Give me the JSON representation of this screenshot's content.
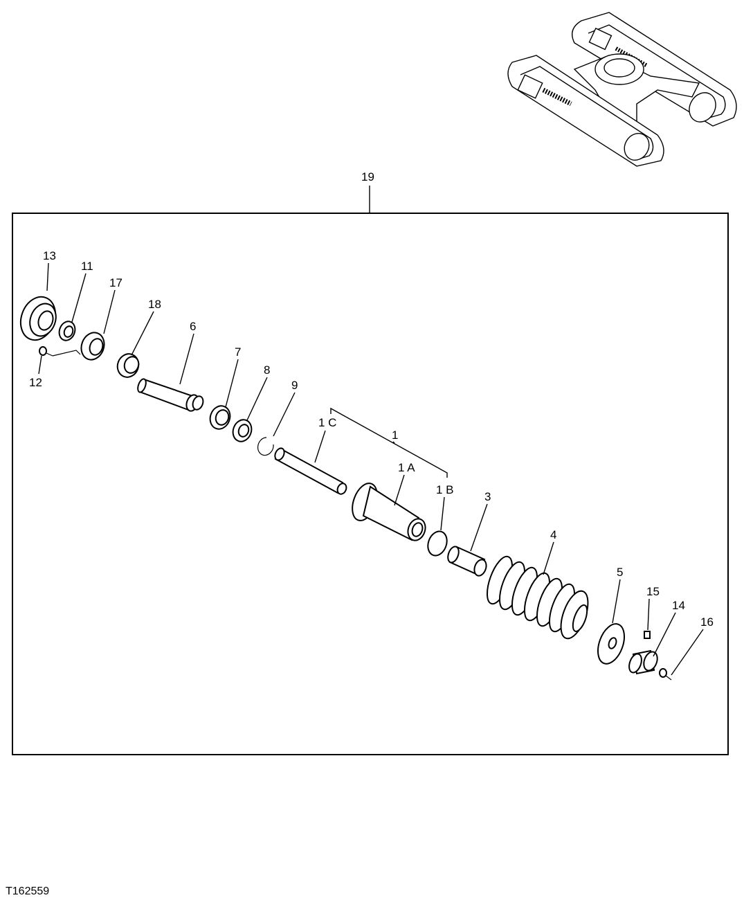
{
  "figure_id": "T162559",
  "labels": {
    "l19": "19",
    "l13": "13",
    "l11": "11",
    "l17": "17",
    "l18": "18",
    "l12": "12",
    "l6": "6",
    "l7": "7",
    "l8": "8",
    "l9": "9",
    "l1": "1",
    "l1c": "1 C",
    "l1a": "1 A",
    "l1b": "1 B",
    "l3": "3",
    "l4": "4",
    "l5": "5",
    "l15": "15",
    "l14": "14",
    "l16": "16"
  }
}
